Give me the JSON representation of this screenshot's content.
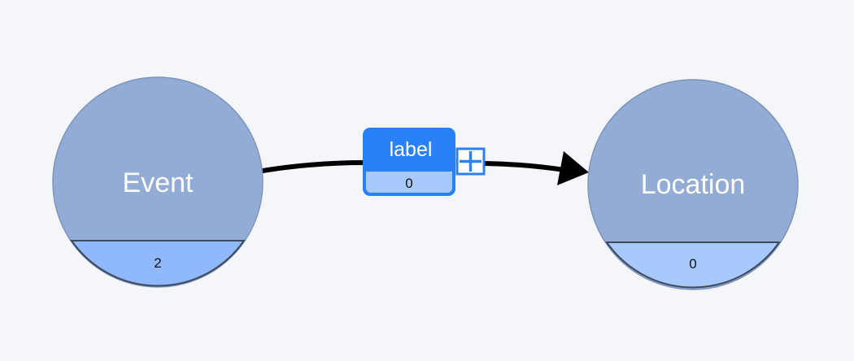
{
  "colors": {
    "background": "#f5f6fa",
    "node_fill": "#92acd6",
    "node_outline": "#7e95bb",
    "event_count_fill": "#8fb8fd",
    "location_count_fill": "#a8c9fb",
    "count_outline": "#3f4b5c",
    "edge_box_fill": "#2a80f7",
    "edge_box_count_fill": "#a8c9fb",
    "edge_line": "#000000"
  },
  "nodes": {
    "event": {
      "label": "Event",
      "count": "2"
    },
    "location": {
      "label": "Location",
      "count": "0"
    }
  },
  "edge": {
    "label": "label",
    "count": "0",
    "add_icon": "plus-icon"
  }
}
